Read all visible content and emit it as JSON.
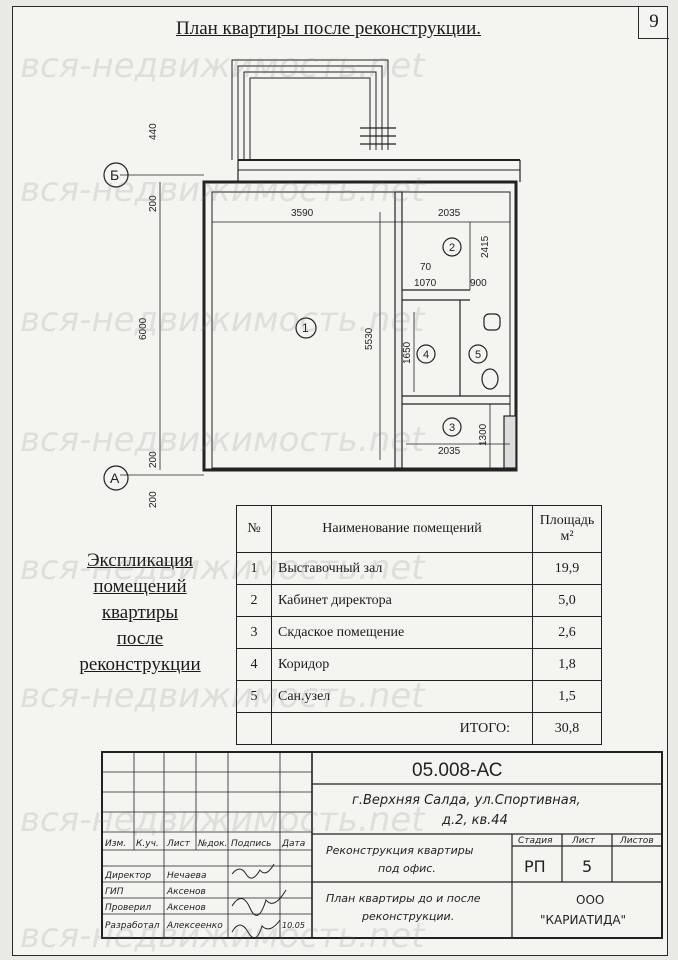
{
  "header": {
    "title": "План квартиры после реконструкции.",
    "page_number": "9"
  },
  "plan": {
    "axes": {
      "top": "Б",
      "bottom": "А"
    },
    "dims": {
      "d440": "440",
      "d200a": "200",
      "d6000": "6000",
      "d200b": "200",
      "d200c": "200",
      "d3590": "3590",
      "d2035a": "2035",
      "d2415": "2415",
      "d70": "70",
      "d1070": "1070",
      "d900": "900",
      "d5530": "5530",
      "d1650": "1650",
      "d1300": "1300",
      "d2035b": "2035"
    },
    "room_markers": [
      "1",
      "2",
      "3",
      "4",
      "5"
    ]
  },
  "explication": {
    "lines": [
      "Экспликация",
      "помещений",
      "квартиры",
      "после",
      "реконструкции"
    ]
  },
  "table": {
    "headers": {
      "no": "№",
      "name": "Наименование помещений",
      "area_line1": "Площадь",
      "area_line2": "м²"
    },
    "rows": [
      {
        "no": "1",
        "name": "Выставочный зал",
        "area": "19,9"
      },
      {
        "no": "2",
        "name": "Кабинет директора",
        "area": "5,0"
      },
      {
        "no": "3",
        "name": "Скдаское помещение",
        "area": "2,6"
      },
      {
        "no": "4",
        "name": "Коридор",
        "area": "1,8"
      },
      {
        "no": "5",
        "name": "Сан.узел",
        "area": "1,5"
      }
    ],
    "total_label": "ИТОГО:",
    "total_value": "30,8"
  },
  "stamp": {
    "code": "05.008-АС",
    "address_line1": "г.Верхняя Салда, ул.Спортивная,",
    "address_line2": "д.2, кв.44",
    "col_headers": [
      "Изм.",
      "К.уч.",
      "Лист",
      "№док.",
      "Подпись",
      "Дата"
    ],
    "roles": [
      {
        "role": "Директор",
        "name": "Нечаева"
      },
      {
        "role": "ГИП",
        "name": "Аксенов"
      },
      {
        "role": "Проверил",
        "name": "Аксенов"
      },
      {
        "role": "Разработал",
        "name": "Алексеенко"
      }
    ],
    "date_value": "10.05",
    "project_line1": "Реконструкция квартиры",
    "project_line2": "под офис.",
    "sheet_line1": "План квартиры до и после",
    "sheet_line2": "реконструкции.",
    "stage_label": "Стадия",
    "sheet_label": "Лист",
    "sheets_label": "Листов",
    "stage_value": "РП",
    "sheet_value": "5",
    "org_line1": "ООО",
    "org_line2": "\"КАРИАТИДА\""
  },
  "watermark": "вся-недвижимость.net"
}
